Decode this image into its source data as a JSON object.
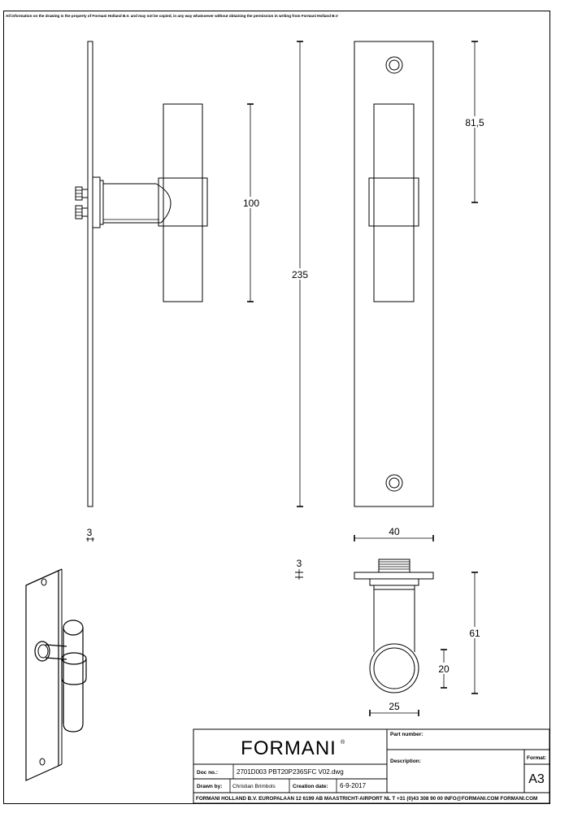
{
  "disclaimer": "All information on the drawing is the property of Formani Holland B.V. and may not be copied, in any way whatsoever without obtaining the permission in writing from Formani Holland B.V",
  "dimensions": {
    "side_plate_thickness": "3",
    "handle_length": "100",
    "plate_height": "235",
    "handle_center_offset": "81,5",
    "plate_width": "40",
    "top_plate_thickness": "3",
    "projection": "61",
    "grip_diameter": "20",
    "rose_diameter": "25"
  },
  "title_block": {
    "brand": "FORMANI",
    "brand_mark": "®",
    "part_number_label": "Part number:",
    "part_number_value": "",
    "description_label": "Description:",
    "description_value": "",
    "doc_no_label": "Doc no.:",
    "doc_no_value": "2701D003 PBT20P236SFC V02.dwg",
    "drawn_by_label": "Drawn by:",
    "drawn_by_value": "Christian Brimbols",
    "creation_date_label": "Creation date:",
    "creation_date_value": "6-9-2017",
    "format_label": "Format:",
    "format_value": "A3",
    "footer": "FORMANI HOLLAND B.V.  EUROPALAAN 12  6199 AB MAASTRICHT-AIRPORT NL  T +31 (0)43 308 90 00 INFO@FORMANI.COM FORMANI.COM"
  }
}
